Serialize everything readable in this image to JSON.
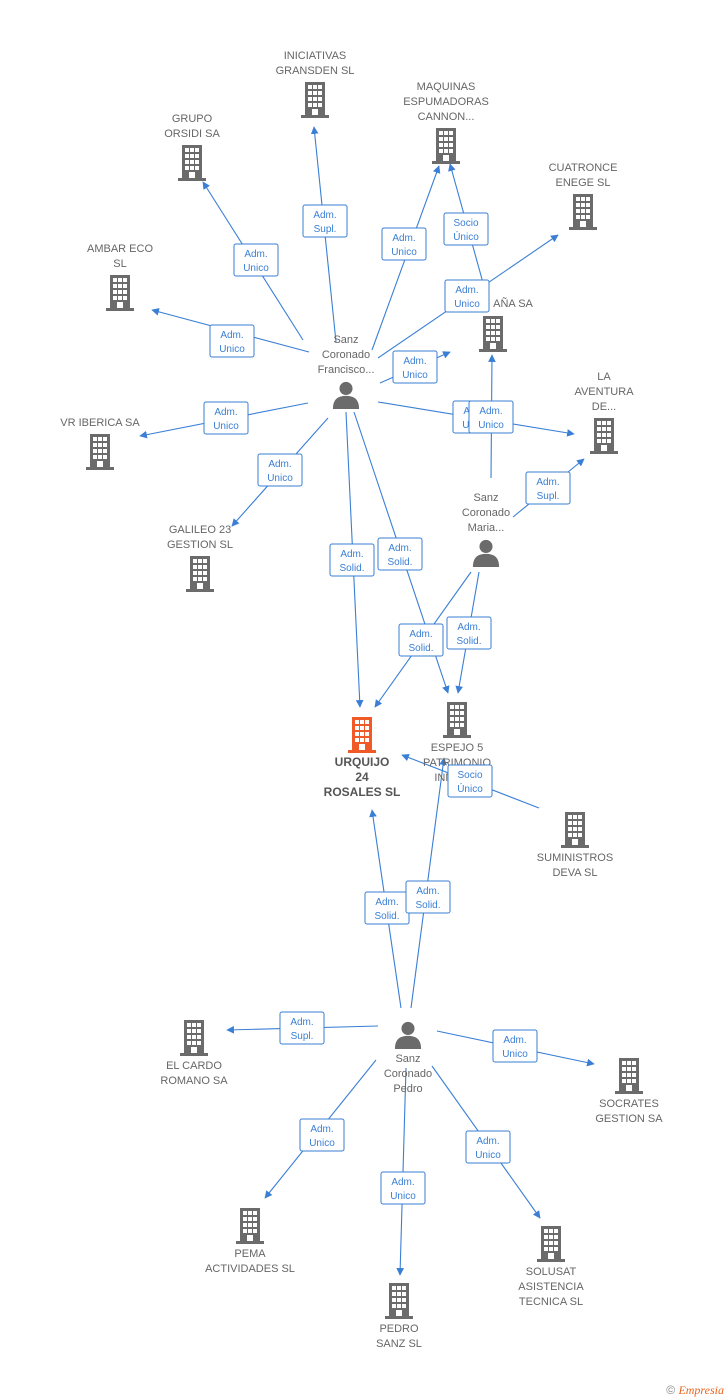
{
  "colors": {
    "edge": "#3a7fd5",
    "company": "#6b6b6b",
    "main_company": "#f05a28",
    "person": "#6b6b6b"
  },
  "nodes": [
    {
      "id": "urquijo",
      "type": "company",
      "main": true,
      "label": [
        "URQUIJO",
        "24",
        "ROSALES SL"
      ]
    },
    {
      "id": "francisco",
      "type": "person",
      "label": [
        "Sanz",
        "Coronado",
        "Francisco..."
      ]
    },
    {
      "id": "maria",
      "type": "person",
      "label": [
        "Sanz",
        "Coronado",
        "Maria..."
      ]
    },
    {
      "id": "pedro",
      "type": "person",
      "label": [
        "Sanz",
        "Coronado",
        "Pedro"
      ]
    },
    {
      "id": "iniciativas",
      "type": "company",
      "label": [
        "INICIATIVAS",
        "GRANSDEN SL"
      ]
    },
    {
      "id": "maquinas",
      "type": "company",
      "label": [
        "MAQUINAS",
        "ESPUMADORAS",
        "CANNON..."
      ]
    },
    {
      "id": "grupo",
      "type": "company",
      "label": [
        "GRUPO",
        "ORSIDI SA"
      ]
    },
    {
      "id": "cuatronce",
      "type": "company",
      "label": [
        "CUATRONCE",
        "ENEGE SL"
      ]
    },
    {
      "id": "ambar",
      "type": "company",
      "label": [
        "AMBAR ECO",
        "SL"
      ]
    },
    {
      "id": "espana",
      "type": "company",
      "label": [
        "AÑA SA"
      ]
    },
    {
      "id": "aventura",
      "type": "company",
      "label": [
        "LA",
        "AVENTURA",
        "DE..."
      ]
    },
    {
      "id": "vriberica",
      "type": "company",
      "label": [
        "VR IBERICA SA"
      ]
    },
    {
      "id": "galileo",
      "type": "company",
      "label": [
        "GALILEO 23",
        "GESTION SL"
      ]
    },
    {
      "id": "espejo",
      "type": "company",
      "label": [
        "ESPEJO 5",
        "PATRIMONIO",
        "INMOB..."
      ]
    },
    {
      "id": "suministros",
      "type": "company",
      "label": [
        "SUMINISTROS",
        "DEVA SL"
      ]
    },
    {
      "id": "cardo",
      "type": "company",
      "label": [
        "EL CARDO",
        "ROMANO SA"
      ]
    },
    {
      "id": "socrates",
      "type": "company",
      "label": [
        "SOCRATES",
        "GESTION SA"
      ]
    },
    {
      "id": "pema",
      "type": "company",
      "label": [
        "PEMA",
        "ACTIVIDADES SL"
      ]
    },
    {
      "id": "solusat",
      "type": "company",
      "label": [
        "SOLUSAT",
        "ASISTENCIA",
        "TECNICA SL"
      ]
    },
    {
      "id": "pedrosanz",
      "type": "company",
      "label": [
        "PEDRO",
        "SANZ SL"
      ]
    }
  ],
  "edges": [
    {
      "label": [
        "Adm.",
        "Supl."
      ]
    },
    {
      "label": [
        "Adm.",
        "Unico"
      ]
    },
    {
      "label": [
        "Adm.",
        "Unico"
      ]
    },
    {
      "label": [
        "Adm.",
        "Unico"
      ]
    },
    {
      "label": [
        "Adm.",
        "Unico"
      ]
    },
    {
      "label": [
        "Adm.",
        "Unico"
      ]
    },
    {
      "label": [
        "Adm.",
        "Unico"
      ]
    },
    {
      "label": [
        "Adm.",
        "Unico"
      ]
    },
    {
      "label": [
        "Adm.",
        "Unico"
      ]
    },
    {
      "label": [
        "Adm.",
        "Unico"
      ]
    },
    {
      "label": [
        "Adm.",
        "Solid."
      ]
    },
    {
      "label": [
        "Adm.",
        "Solid."
      ]
    },
    {
      "label": [
        "Socio",
        "Único"
      ]
    },
    {
      "label": [
        "Adm.",
        "Supl."
      ]
    },
    {
      "label": [
        "Adm.",
        "Solid."
      ]
    },
    {
      "label": [
        "Adm.",
        "Solid."
      ]
    },
    {
      "label": [
        "Socio",
        "Único"
      ]
    },
    {
      "label": [
        "Adm.",
        "Solid."
      ]
    },
    {
      "label": [
        "Adm.",
        "Solid."
      ]
    },
    {
      "label": [
        "Adm.",
        "Supl."
      ]
    },
    {
      "label": [
        "Adm.",
        "Unico"
      ]
    },
    {
      "label": [
        "Adm.",
        "Unico"
      ]
    },
    {
      "label": [
        "Adm.",
        "Unico"
      ]
    },
    {
      "label": [
        "Adm.",
        "Unico"
      ]
    }
  ],
  "footer": {
    "copyright": "©",
    "brand": "Empresia"
  }
}
